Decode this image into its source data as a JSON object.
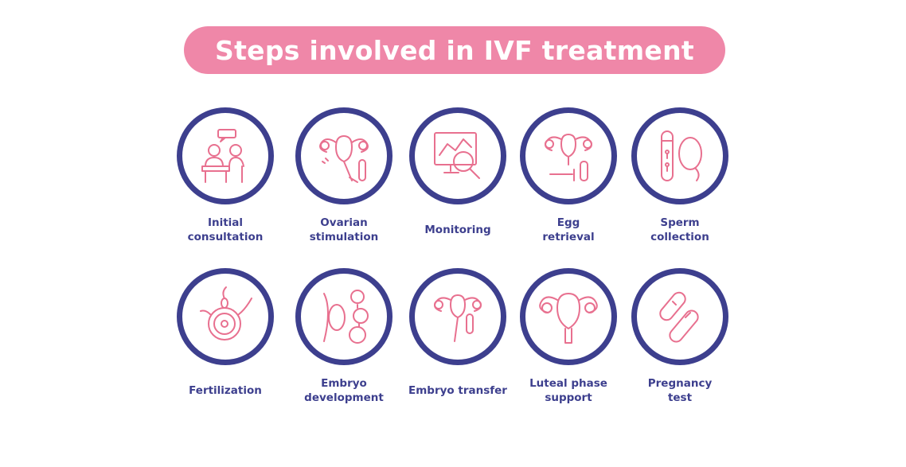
{
  "title": "Steps involved in IVF treatment",
  "colors": {
    "title_bg": "#ef87a8",
    "circle": "#3d3f8e",
    "icon": "#e8708f",
    "label": "#3d3f8e"
  },
  "steps": [
    {
      "label": "Initial\nconsultation",
      "icon": "consultation-icon"
    },
    {
      "label": "Ovarian\nstimulation",
      "icon": "ovary-syringe-icon"
    },
    {
      "label": "Monitoring",
      "icon": "monitor-magnifier-icon"
    },
    {
      "label": "Egg\nretrieval",
      "icon": "egg-retrieval-icon"
    },
    {
      "label": "Sperm\ncollection",
      "icon": "sperm-tube-icon"
    },
    {
      "label": "Fertilization",
      "icon": "egg-sperm-icon"
    },
    {
      "label": "Embryo\ndevelopment",
      "icon": "embryo-icon"
    },
    {
      "label": "Embryo transfer",
      "icon": "embryo-transfer-icon"
    },
    {
      "label": "Luteal phase\nsupport",
      "icon": "uterus-icon"
    },
    {
      "label": "Pregnancy\ntest",
      "icon": "pregnancy-test-icon"
    }
  ]
}
